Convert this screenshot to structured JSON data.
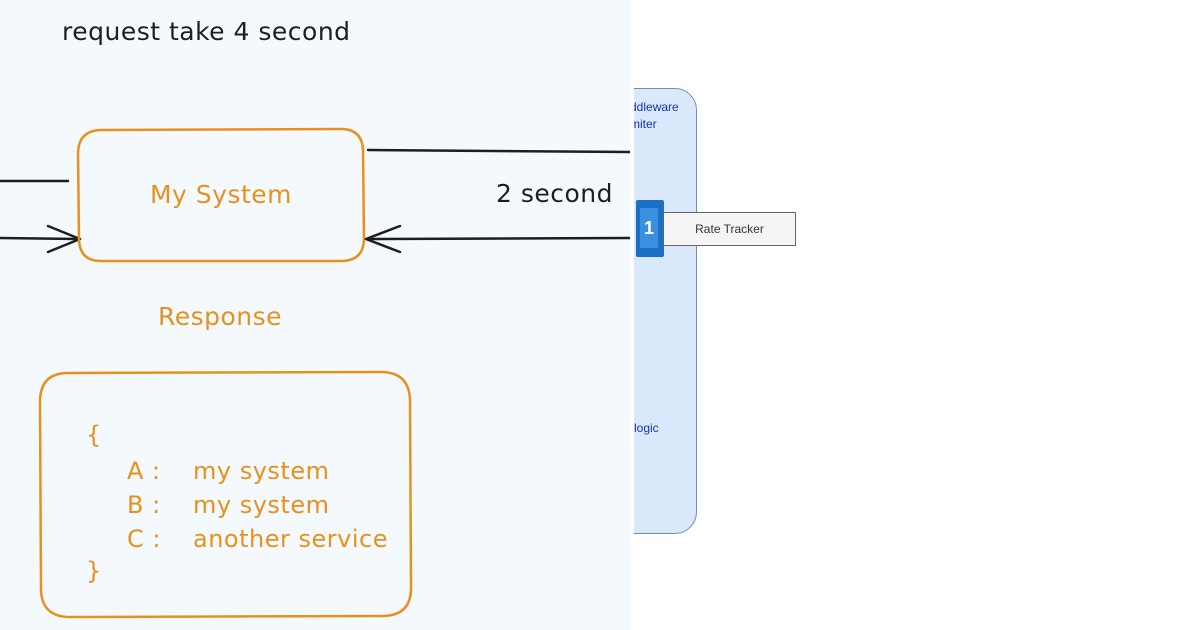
{
  "diagram": {
    "request_note": "request take 4 second",
    "system_label": "My System",
    "delay_label": "2 second",
    "response_title": "Response",
    "response_body": {
      "open_brace": "{",
      "lines": [
        {
          "key": "A :",
          "value": "my system"
        },
        {
          "key": "B :",
          "value": "my system"
        },
        {
          "key": "C :",
          "value": "another service"
        }
      ],
      "close_brace": "}"
    }
  },
  "middleware": {
    "title_line1": "ddleware",
    "title_line2": "miter",
    "logic_label": "logic",
    "badge_number": "1",
    "rate_tracker_label": "Rate Tracker"
  },
  "colors": {
    "orange": "#e8901e",
    "ink": "#1e1e1e",
    "panel_bg": "#f3f9fd",
    "middleware_fill": "#dae8fb",
    "middleware_text": "#1a2ebd",
    "badge_blue": "#1b6fc4"
  }
}
